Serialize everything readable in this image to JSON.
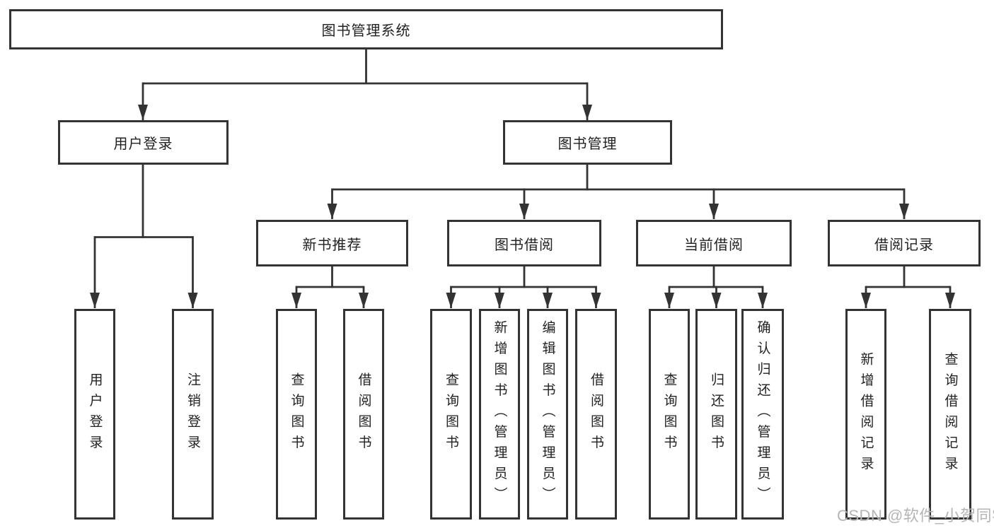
{
  "diagram": {
    "type": "hierarchy-tree",
    "tree": {
      "label": "图书管理系统",
      "children": [
        {
          "label": "用户登录",
          "children": [
            {
              "label": "用户登录"
            },
            {
              "label": "注销登录"
            }
          ]
        },
        {
          "label": "图书管理",
          "children": [
            {
              "label": "新书推荐",
              "children": [
                {
                  "label": "查询图书"
                },
                {
                  "label": "借阅图书"
                }
              ]
            },
            {
              "label": "图书借阅",
              "children": [
                {
                  "label": "查询图书"
                },
                {
                  "label": "新增图书（管理员）"
                },
                {
                  "label": "编辑图书（管理员）"
                },
                {
                  "label": "借阅图书"
                }
              ]
            },
            {
              "label": "当前借阅",
              "children": [
                {
                  "label": "查询图书"
                },
                {
                  "label": "归还图书"
                },
                {
                  "label": "确认归还（管理员）"
                }
              ]
            },
            {
              "label": "借阅记录",
              "children": [
                {
                  "label": "新增借阅记录"
                },
                {
                  "label": "查询借阅记录"
                }
              ]
            }
          ]
        }
      ]
    },
    "colors": {
      "line": "#333333",
      "box_border": "#333333",
      "box_fill": "#ffffff",
      "text": "#222222",
      "watermark": "#b5b5b5",
      "background": "#ffffff"
    }
  },
  "watermark": {
    "text": "CSDN @软件_小贺同学"
  }
}
